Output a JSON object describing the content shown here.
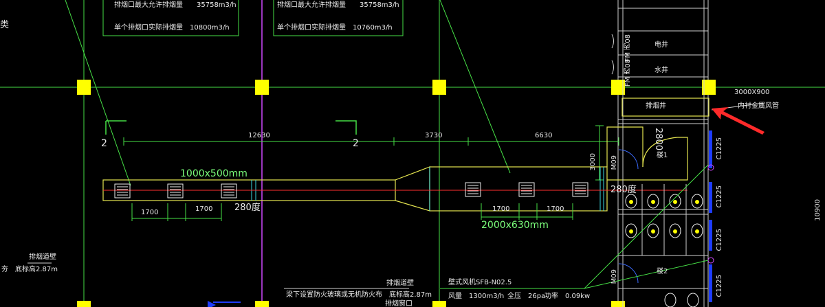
{
  "notes": {
    "box1_line1": "排烟口最大允许排烟量　　35758m3/h",
    "box1_line2": "单个排烟口实际排烟量　10800m3/h",
    "box2_line1": "排烟口最大允许排烟量　　35758m3/h",
    "box2_line2": "单个排烟口实际排烟量　10760m3/h",
    "left_edge_char": "类",
    "section_mark_left": "2",
    "section_mark_right": "2"
  },
  "dimensions": {
    "span_12630": "12630",
    "span_3730": "3730",
    "span_6630": "6630",
    "gap_1700_a": "1700",
    "gap_1700_b": "1700",
    "gap_1700_c": "1700",
    "gap_1700_d": "1700",
    "vertical_3000": "3000",
    "vertical_10900": "10900",
    "vertical_2800": "2800"
  },
  "ducts": {
    "size_left": "1000x500mm",
    "size_right": "2000x630mm",
    "damper_left": "280度",
    "damper_right": "280度",
    "riser_label": "3000X900",
    "riser_desc": "内衬金属风管",
    "shaft_name": "排烟井"
  },
  "rooms": {
    "electric_shaft": "电井",
    "water_shaft": "水井",
    "door_fm1": "FM 丙08",
    "door_fm2": "FM 丙08",
    "door_m09_a": "M09",
    "door_m09_b": "M09",
    "stair_a": "楼1",
    "stair_b": "楼2",
    "c1225_a": "C1225",
    "c1225_b": "C1225",
    "c1225_c": "C1225",
    "c1225_d": "C1225"
  },
  "bottom": {
    "left_title": "排烟道壁",
    "left_sub": "夯　底标高2.87m",
    "mid_title": "排烟道壁",
    "mid_sub": "梁下设置防火玻璃或无机防火布　底标高2.87m",
    "mid_sub2": "排烟窗口",
    "fan_title": "壁式风机SFB-N02.5",
    "fan_airflow": "风量　1300m3/h",
    "fan_pressure": "全压　26pa",
    "fan_power": "功率　0.09kw"
  },
  "colors": {
    "background": "#000000",
    "grid_axis": "#e6e600",
    "grid_line": "#46e046",
    "duct": "#e6e650",
    "duct_cyan": "#3cd8e0",
    "center_red": "#ff3030",
    "magenta": "#d048ff",
    "wall": "#cfcfcf",
    "blue": "#1e3cff",
    "arrow": "#ff2a2a"
  }
}
